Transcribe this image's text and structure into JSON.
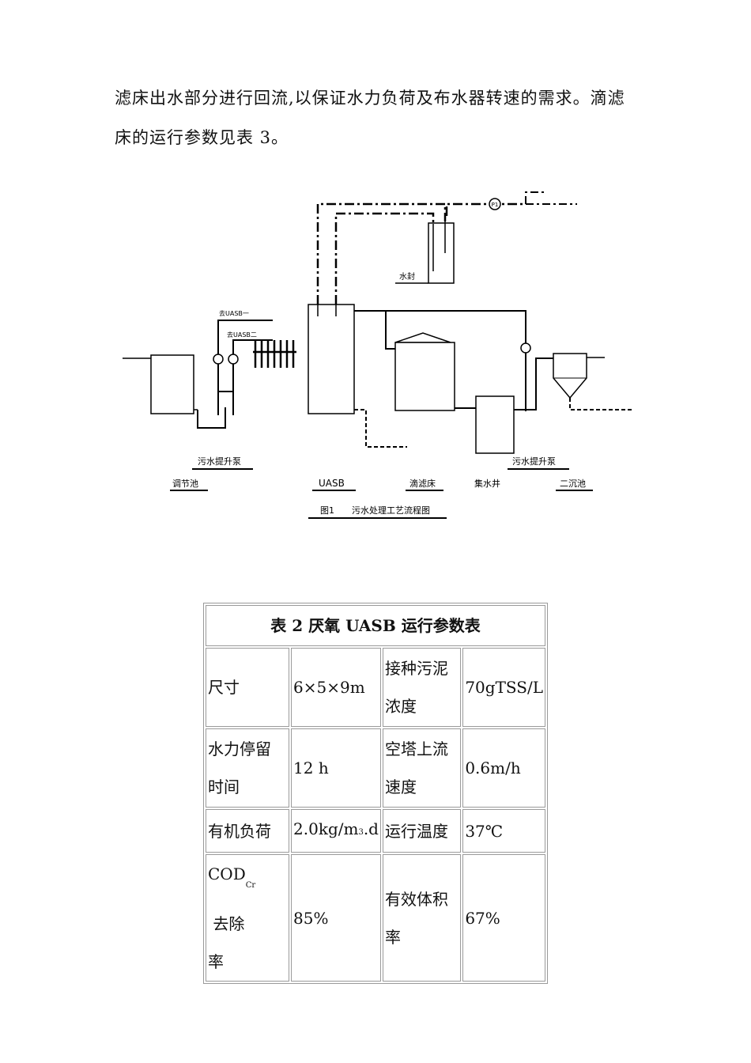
{
  "paragraph": {
    "line1": "滤床出水部分进行回流,以保证水力负荷及布水器转速的需求。滴滤",
    "line2": "床的运行参数见表 3。"
  },
  "figure": {
    "labels": {
      "shuifeng": "水封",
      "p1": "P1",
      "uasb1": "去UASB一",
      "uasb2": "去UASB二",
      "pump_left": "污水提升泵",
      "pump_right": "污水提升泵",
      "tiaojiechi": "调节池",
      "uasb": "UASB",
      "dilvchuang": "滴滤床",
      "jishuijing": "集水井",
      "erchenchi": "二沉池",
      "caption": "图1　　污水处理工艺流程图"
    }
  },
  "table": {
    "caption": "表 2  厌氧 UASB 运行参数表",
    "rows": [
      [
        {
          "a": "尺寸"
        },
        {
          "a": "6×5×9m"
        },
        {
          "a": "接种污泥",
          "b": "浓度"
        },
        {
          "a": "70gTSS/L"
        }
      ],
      [
        {
          "a": "水力停留",
          "b": "时间"
        },
        {
          "a": "12 h"
        },
        {
          "a": "空塔上流",
          "b": "速度"
        },
        {
          "a": "0.6m/h"
        }
      ],
      [
        {
          "a": "有机负荷"
        },
        {
          "a": "2.0kg/m",
          "sub": "3",
          "c": ".d"
        },
        {
          "a": "运行温度"
        },
        {
          "a": "37℃"
        }
      ],
      [
        {
          "a": "COD",
          "sub": "Cr",
          "c": " 去除",
          "b": "率"
        },
        {
          "a": "85%"
        },
        {
          "a": "有效体积",
          "b": "率"
        },
        {
          "a": "67%"
        }
      ]
    ]
  }
}
